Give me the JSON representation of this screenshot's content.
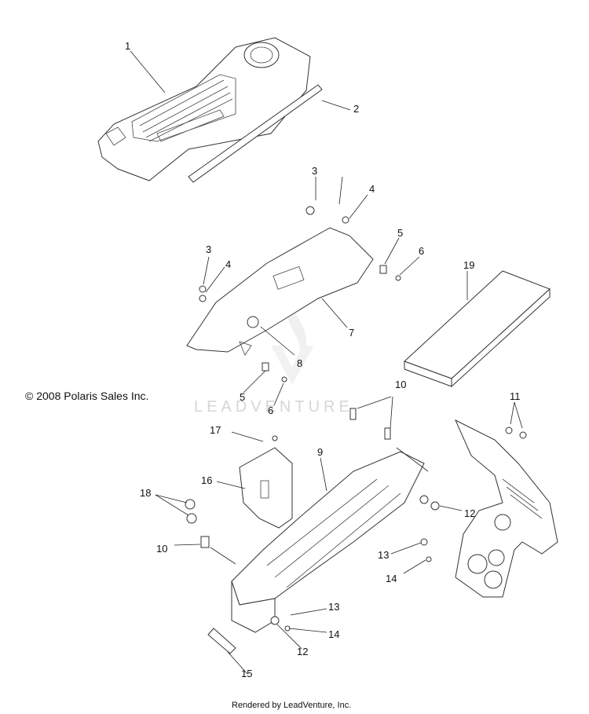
{
  "copyright": "© 2008 Polaris Sales Inc.",
  "watermark": "LEADVENTURE",
  "footer": "Rendered by LeadVenture, Inc.",
  "callouts": [
    "1",
    "2",
    "3",
    "4",
    "3",
    "4",
    "5",
    "6",
    "7",
    "8",
    "5",
    "6",
    "19",
    "10",
    "11",
    "17",
    "9",
    "16",
    "18",
    "12",
    "10",
    "13",
    "14",
    "13",
    "14",
    "12",
    "15"
  ]
}
